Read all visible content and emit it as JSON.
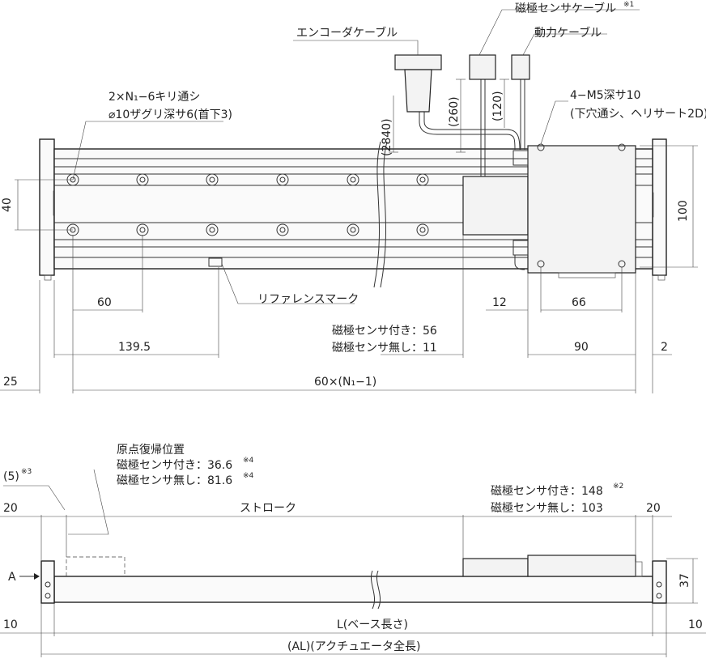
{
  "top_view": {
    "encoder_cable": "エンコーダケーブル",
    "magnetic_sensor_cable": "磁極センサケーブル",
    "magnetic_sensor_cable_note": "※1",
    "power_cable": "動力ケーブル",
    "hole_spec_line1": "2×N₁−6キリ通シ",
    "hole_spec_line2": "⌀10ザグリ深サ6(首下3)",
    "tap_spec_line1": "4−M5深サ10",
    "tap_spec_line2": "(下穴通シ、ヘリサート2D)",
    "reference_mark": "リファレンスマーク",
    "cable_len_2840": "(2840)",
    "cable_len_260": "(260)",
    "cable_len_120": "(120)",
    "dim_40": "40",
    "dim_100": "100",
    "dim_60": "60",
    "dim_139_5": "139.5",
    "dim_12": "12",
    "dim_66": "66",
    "dim_90": "90",
    "dim_2": "2",
    "dim_25": "25",
    "dim_pitch": "60×(N₁−1)",
    "sensor_with_56": "磁極センサ付き：56",
    "sensor_without_11": "磁極センサ無し：11"
  },
  "side_view": {
    "origin_title": "原点復帰位置",
    "origin_with": "磁極センサ付き：36.6",
    "origin_without": "磁極センサ無し：81.6",
    "origin_note": "※4",
    "dim_5": "(5)",
    "dim_5_note": "※3",
    "dim_20_left": "20",
    "stroke": "ストローク",
    "slider_with": "磁極センサ付き：148",
    "slider_with_note": "※2",
    "slider_without": "磁極センサ無し：103",
    "dim_20_right": "20",
    "dim_37": "37",
    "arrow_a": "A",
    "dim_10_left": "10",
    "base_length": "L(ベース長さ)",
    "dim_10_right": "10",
    "actuator_length": "(AL)(アクチュエータ全長)"
  }
}
